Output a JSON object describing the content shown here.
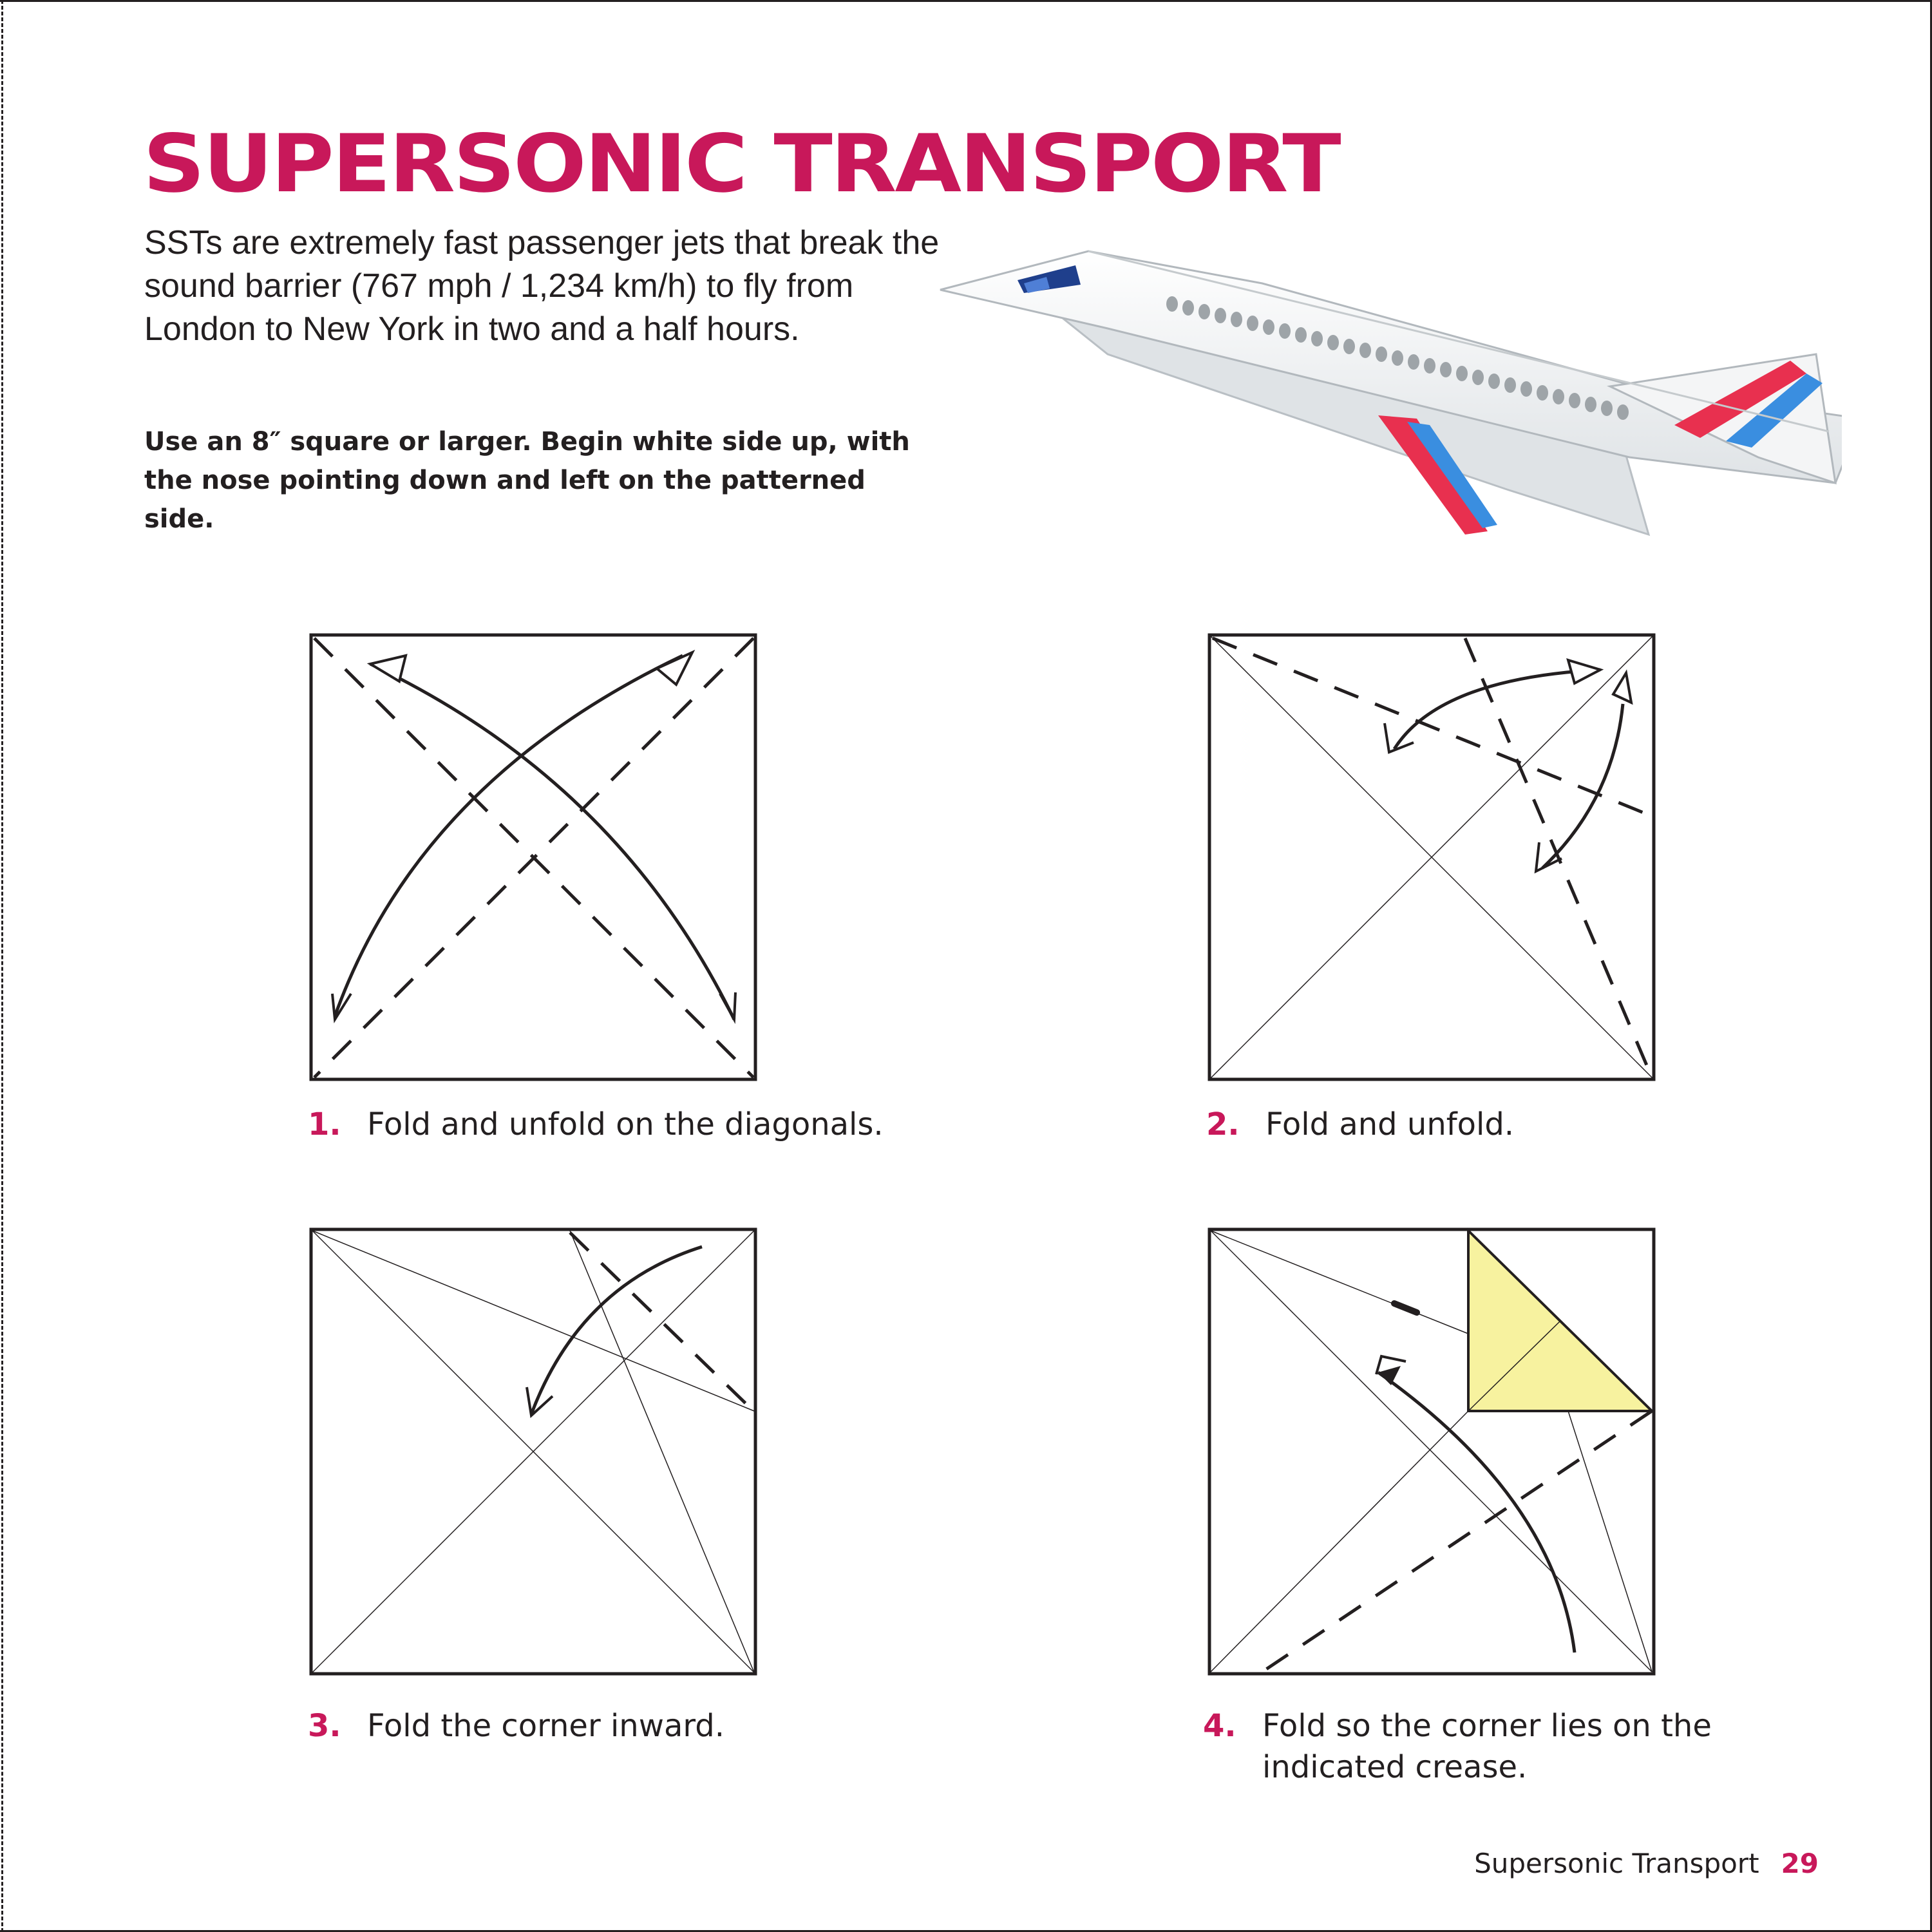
{
  "header": {
    "title": "SUPERSONIC TRANSPORT",
    "intro": "SSTs are extremely fast passenger jets that break the sound barrier (767 mph / 1,234 km/h) to fly from London to New York in two and a half hours.",
    "instruction": "Use an 8″ square or larger. Begin white side up, with the nose pointing down and left on the patterned side."
  },
  "steps": [
    {
      "number": "1.",
      "text": "Fold and unfold on the diagonals."
    },
    {
      "number": "2.",
      "text": "Fold and unfold."
    },
    {
      "number": "3.",
      "text": "Fold the corner inward."
    },
    {
      "number": "4.",
      "text": "Fold so the corner lies on the indicated crease."
    }
  ],
  "footer": {
    "section_title": "Supersonic Transport",
    "page_number": "29"
  },
  "colors": {
    "accent": "#c8185a",
    "ink": "#231f20",
    "fold_flap": "#f7f29f",
    "livery_red": "#e8304f",
    "livery_blue": "#3a8ee0"
  }
}
